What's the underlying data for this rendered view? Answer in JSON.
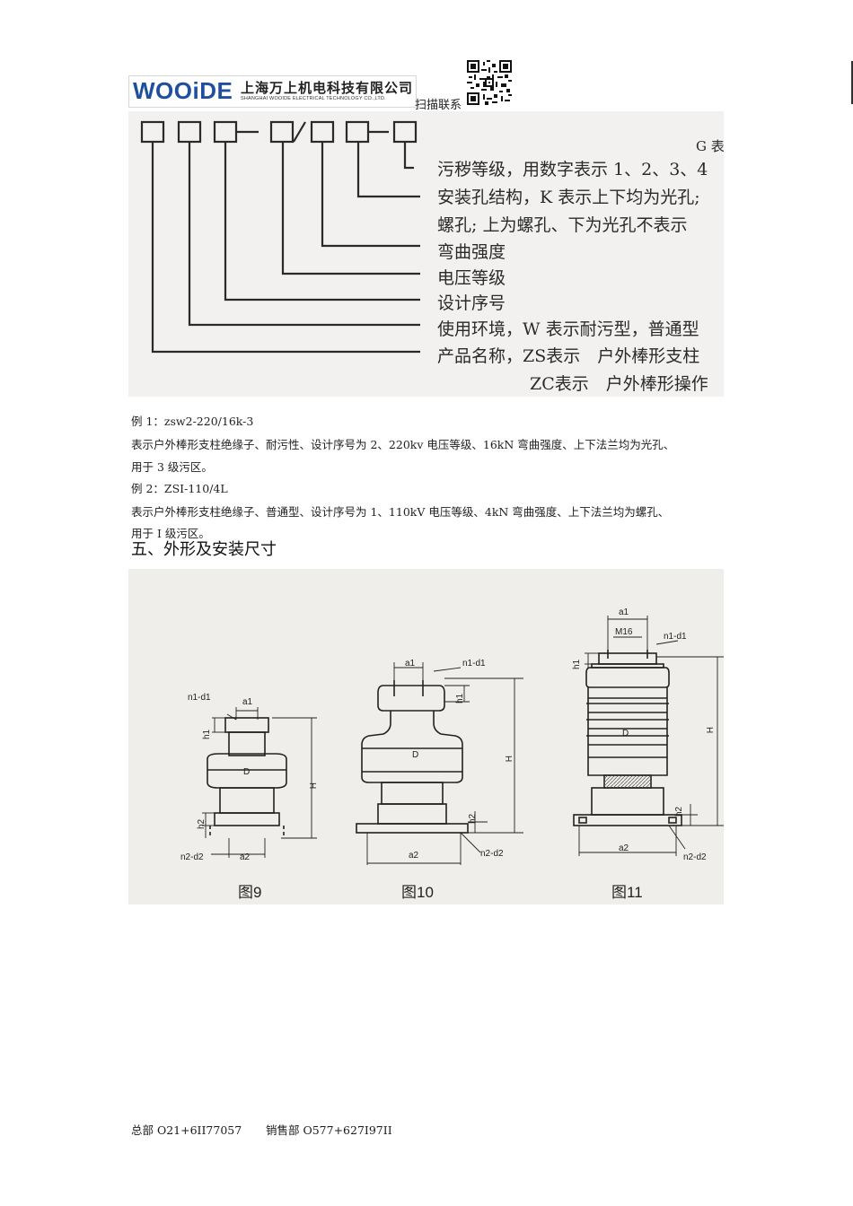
{
  "header": {
    "logo_word": "WOOiDE",
    "logo_cn": "上海万上机电科技有限公司",
    "logo_en": "SHANGHAI WOOIDE ELECTRICAL TECHNOLOGY CO.,LTD.",
    "scan_label": "扫描联系"
  },
  "code_figure": {
    "corner_mark": "G 表",
    "labels": [
      "污秽等级，用数字表示 1、2、3、4",
      "安装孔结构，K 表示上下均为光孔;",
      "螺孔; 上为螺孔、下为光孔不表示",
      "弯曲强度",
      "电压等级",
      "设计序号",
      "使用环境，W 表示耐污型，普通型",
      "产品名称，ZS表示　户外棒形支柱",
      "ZC表示　户外棒形操作"
    ]
  },
  "examples": [
    {
      "title": "例 1：zsw2-220/16k-3",
      "lines": [
        "表示户外棒形支柱绝缘子、耐污性、设计序号为 2、220kv 电压等级、16kN 弯曲强度、上下法兰均为光孔、",
        "用于 3 级污区。"
      ]
    },
    {
      "title": "例 2：ZSI-110/4L",
      "lines": [
        "表示户外棒形支柱绝缘子、普通型、设计序号为 1、110kV 电压等级、4kN 弯曲强度、上下法兰均为螺孔、",
        "用于 I 级污区。"
      ]
    }
  ],
  "section_title": "五、外形及安装尺寸",
  "drawings": {
    "fig9": {
      "caption": "图9",
      "labels": [
        "n1-d1",
        "a1",
        "h1",
        "D",
        "H",
        "h2",
        "n2-d2",
        "a2"
      ]
    },
    "fig10": {
      "caption": "图10",
      "labels": [
        "a1",
        "n1-d1",
        "h1",
        "D",
        "H",
        "h2",
        "a2",
        "n2-d2"
      ]
    },
    "fig11": {
      "caption": "图11",
      "labels": [
        "a1",
        "M16",
        "n1-d1",
        "h1",
        "D",
        "H",
        "h2",
        "a2",
        "n2-d2"
      ]
    }
  },
  "footer": {
    "hq": "总部 O21+6II77057",
    "sales": "销售部 O577+627I97II"
  }
}
